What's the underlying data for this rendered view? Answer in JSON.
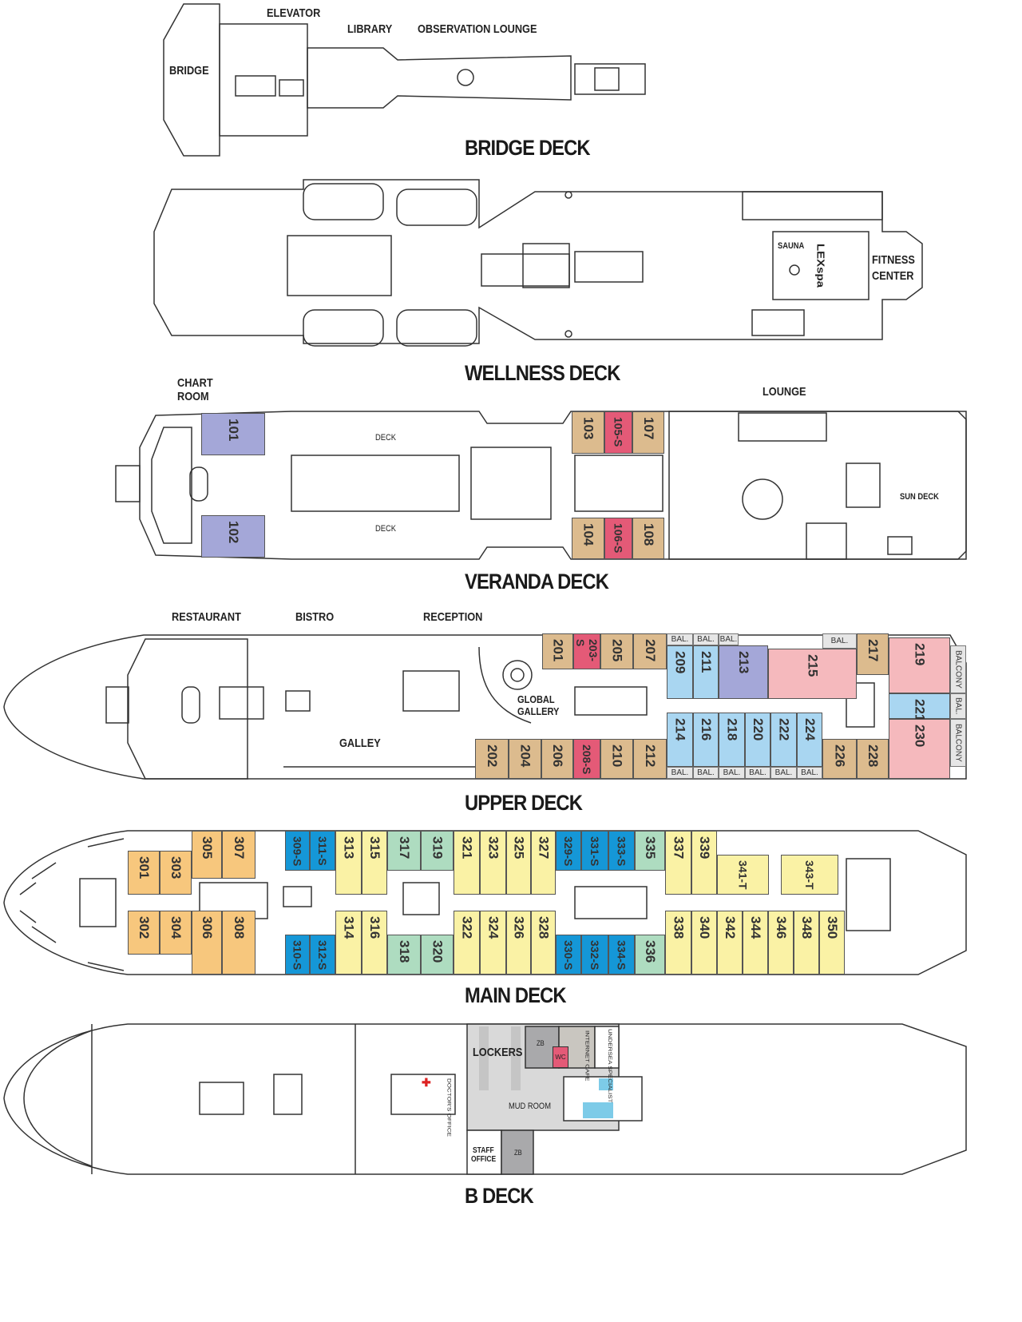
{
  "colors": {
    "tan": "#dcbb8e",
    "red": "#e45a77",
    "lavender": "#a4a7d8",
    "blue": "#a9d6f1",
    "pink": "#f5b9bd",
    "orange": "#f7c77d",
    "yellow": "#faf2a5",
    "green": "#aedcc0",
    "deepblue": "#1597d7",
    "gray": "#d9d9d9",
    "darkgray": "#a9a9ab"
  },
  "bridge": {
    "title": "BRIDGE DECK",
    "labels": {
      "elevator": "ELEVATOR",
      "library": "LIBRARY",
      "observation": "OBSERVATION LOUNGE",
      "bridge": "BRIDGE"
    }
  },
  "wellness": {
    "title": "WELLNESS DECK",
    "labels": {
      "sauna": "SAUNA",
      "spa": "LEXspa",
      "fitness_1": "FITNESS",
      "fitness_2": "CENTER"
    }
  },
  "veranda": {
    "title": "VERANDA DECK",
    "labels": {
      "chart_1": "CHART",
      "chart_2": "ROOM",
      "lounge": "LOUNGE",
      "deck_top": "DECK",
      "deck_bottom": "DECK",
      "sun_deck": "SUN DECK"
    },
    "cabins": [
      {
        "no": "101",
        "cat": "lavender"
      },
      {
        "no": "102",
        "cat": "lavender"
      },
      {
        "no": "103",
        "cat": "tan"
      },
      {
        "no": "105-S",
        "cat": "red"
      },
      {
        "no": "107",
        "cat": "tan"
      },
      {
        "no": "104",
        "cat": "tan"
      },
      {
        "no": "106-S",
        "cat": "red"
      },
      {
        "no": "108",
        "cat": "tan"
      }
    ]
  },
  "upper": {
    "title": "UPPER DECK",
    "labels": {
      "restaurant": "RESTAURANT",
      "bistro": "BISTRO",
      "reception": "RECEPTION",
      "gallery_1": "GLOBAL",
      "gallery_2": "GALLERY",
      "galley": "GALLEY"
    },
    "cabins": [
      {
        "no": "201",
        "cat": "tan"
      },
      {
        "no": "203-S",
        "cat": "red"
      },
      {
        "no": "205",
        "cat": "tan"
      },
      {
        "no": "207",
        "cat": "tan"
      },
      {
        "no": "209",
        "cat": "blue"
      },
      {
        "no": "211",
        "cat": "blue"
      },
      {
        "no": "213",
        "cat": "lavender"
      },
      {
        "no": "215",
        "cat": "pink"
      },
      {
        "no": "217",
        "cat": "tan"
      },
      {
        "no": "219",
        "cat": "pink"
      },
      {
        "no": "221",
        "cat": "blue"
      },
      {
        "no": "230",
        "cat": "pink"
      },
      {
        "no": "202",
        "cat": "tan"
      },
      {
        "no": "204",
        "cat": "tan"
      },
      {
        "no": "206",
        "cat": "tan"
      },
      {
        "no": "208-S",
        "cat": "red"
      },
      {
        "no": "210",
        "cat": "tan"
      },
      {
        "no": "212",
        "cat": "tan"
      },
      {
        "no": "214",
        "cat": "blue"
      },
      {
        "no": "216",
        "cat": "blue"
      },
      {
        "no": "218",
        "cat": "blue"
      },
      {
        "no": "220",
        "cat": "blue"
      },
      {
        "no": "222",
        "cat": "blue"
      },
      {
        "no": "224",
        "cat": "blue"
      },
      {
        "no": "226",
        "cat": "tan"
      },
      {
        "no": "228",
        "cat": "tan"
      }
    ],
    "balconies": [
      "BAL.",
      "BAL.",
      "BAL.",
      "BAL.",
      "BAL.",
      "BAL.",
      "BAL.",
      "BAL.",
      "BAL.",
      "BAL.",
      "BALCONY",
      "BAL.",
      "BALCONY"
    ]
  },
  "main": {
    "title": "MAIN DECK",
    "cabins": [
      {
        "no": "301",
        "cat": "orange"
      },
      {
        "no": "303",
        "cat": "orange"
      },
      {
        "no": "305",
        "cat": "orange"
      },
      {
        "no": "307",
        "cat": "orange"
      },
      {
        "no": "309-S",
        "cat": "deepblue"
      },
      {
        "no": "311-S",
        "cat": "deepblue"
      },
      {
        "no": "313",
        "cat": "yellow"
      },
      {
        "no": "315",
        "cat": "yellow"
      },
      {
        "no": "317",
        "cat": "green"
      },
      {
        "no": "319",
        "cat": "green"
      },
      {
        "no": "321",
        "cat": "yellow"
      },
      {
        "no": "323",
        "cat": "yellow"
      },
      {
        "no": "325",
        "cat": "yellow"
      },
      {
        "no": "327",
        "cat": "yellow"
      },
      {
        "no": "329-S",
        "cat": "deepblue"
      },
      {
        "no": "331-S",
        "cat": "deepblue"
      },
      {
        "no": "333-S",
        "cat": "deepblue"
      },
      {
        "no": "335",
        "cat": "green"
      },
      {
        "no": "337",
        "cat": "yellow"
      },
      {
        "no": "339",
        "cat": "yellow"
      },
      {
        "no": "341-T",
        "cat": "yellow"
      },
      {
        "no": "343-T",
        "cat": "yellow"
      },
      {
        "no": "302",
        "cat": "orange"
      },
      {
        "no": "304",
        "cat": "orange"
      },
      {
        "no": "306",
        "cat": "orange"
      },
      {
        "no": "308",
        "cat": "orange"
      },
      {
        "no": "310-S",
        "cat": "deepblue"
      },
      {
        "no": "312-S",
        "cat": "deepblue"
      },
      {
        "no": "314",
        "cat": "yellow"
      },
      {
        "no": "316",
        "cat": "yellow"
      },
      {
        "no": "318",
        "cat": "green"
      },
      {
        "no": "320",
        "cat": "green"
      },
      {
        "no": "322",
        "cat": "yellow"
      },
      {
        "no": "324",
        "cat": "yellow"
      },
      {
        "no": "326",
        "cat": "yellow"
      },
      {
        "no": "328",
        "cat": "yellow"
      },
      {
        "no": "330-S",
        "cat": "deepblue"
      },
      {
        "no": "332-S",
        "cat": "deepblue"
      },
      {
        "no": "334-S",
        "cat": "deepblue"
      },
      {
        "no": "336",
        "cat": "green"
      },
      {
        "no": "338",
        "cat": "yellow"
      },
      {
        "no": "340",
        "cat": "yellow"
      },
      {
        "no": "342",
        "cat": "yellow"
      },
      {
        "no": "344",
        "cat": "yellow"
      },
      {
        "no": "346",
        "cat": "yellow"
      },
      {
        "no": "348",
        "cat": "yellow"
      },
      {
        "no": "350",
        "cat": "yellow"
      }
    ]
  },
  "bdeck": {
    "title": "B DECK",
    "labels": {
      "lockers": "LOCKERS",
      "zb_top": "ZB",
      "wc": "WC",
      "internet_cafe": "INTERNET CAFE",
      "undersea": "UNDERSEA SPECIALIST",
      "doctors": "DOCTOR'S OFFICE",
      "mud_room": "MUD ROOM",
      "staff_1": "STAFF",
      "staff_2": "OFFICE",
      "zb_bottom": "ZB"
    }
  }
}
